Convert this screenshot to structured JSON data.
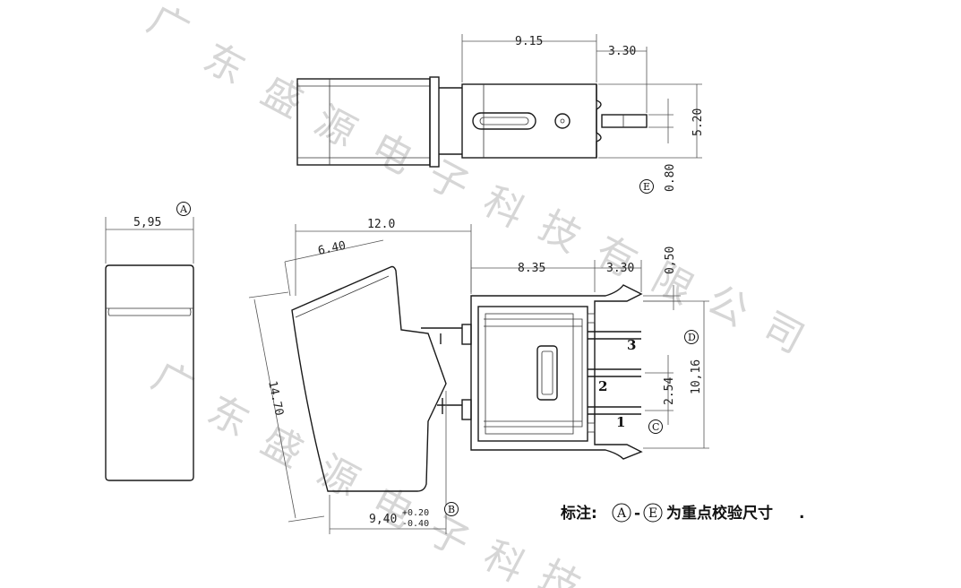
{
  "watermark": {
    "chars": [
      "广",
      "东",
      "盛",
      "源",
      "电",
      "子",
      "科",
      "技",
      "有",
      "限",
      "公",
      "司"
    ]
  },
  "dimensions": {
    "top_width": "9.15",
    "top_pin": "3.30",
    "top_height": "5.20",
    "top_pin_thk": "0.80",
    "side_width": "5,95",
    "rocker_total": "12.0",
    "rocker_partial": "6.40",
    "rocker_length": "14.70",
    "rocker_base": "9,40",
    "rocker_tol_plus": "+0.20",
    "rocker_tol_minus": "-0.40",
    "body_width": "8.35",
    "body_pin": "3.30",
    "pin_thk": "0,50",
    "body_height": "10,16",
    "pin_pitch": "2.54"
  },
  "markers": {
    "A": "A",
    "B": "B",
    "C": "C",
    "D": "D",
    "E": "E"
  },
  "pins": {
    "p1": "1",
    "p2": "2",
    "p3": "3"
  },
  "note": {
    "prefix": "标注:",
    "from": "A",
    "dash": "-",
    "to": "E",
    "suffix": "为重点校验尺寸",
    "dot": "."
  }
}
